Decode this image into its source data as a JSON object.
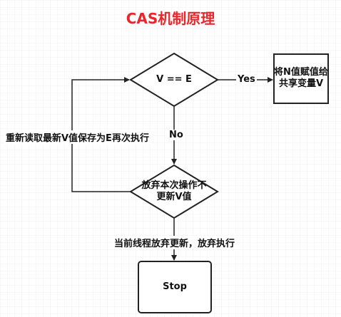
{
  "diagram": {
    "title": "CAS机制原理",
    "nodes": {
      "compare": "V == E",
      "assign_line1": "将N值赋值给",
      "assign_line2": "共享变量V",
      "abandon_line1": "放弃本次操作不",
      "abandon_line2": "更新V值",
      "stop": "Stop"
    },
    "edges": {
      "yes": "Yes",
      "no": "No",
      "retry": "重新读取最新V值保存为E再次执行",
      "give_up": "当前线程放弃更新，放弃执行"
    }
  },
  "colors": {
    "title": "#e8262b",
    "stroke": "#222222",
    "text": "#111111",
    "grid": "#f1f1f1"
  }
}
